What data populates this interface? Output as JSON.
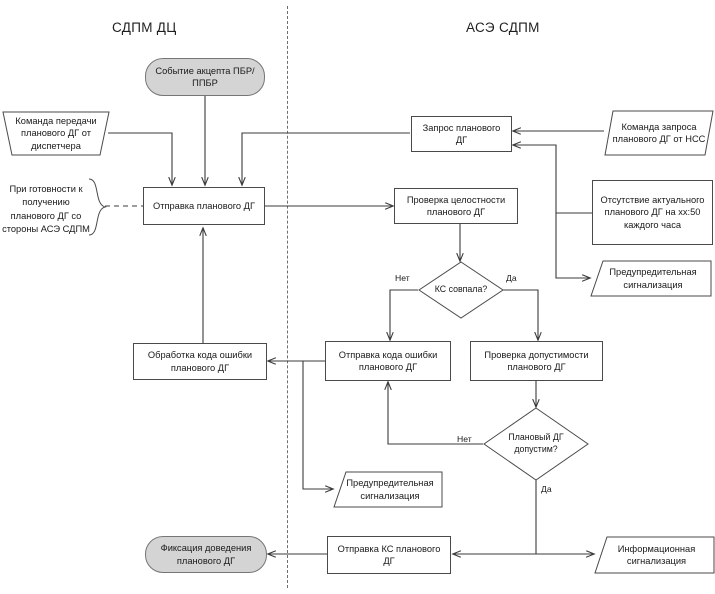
{
  "diagram": {
    "title_left": "СДПМ ДЦ",
    "title_right": "АСЭ СДПМ",
    "divider": "swimlane-divider",
    "colors": {
      "terminator_fill": "#d4d4d4",
      "stroke": "#4a4a4a",
      "background": "#ffffff",
      "divider": "#6e6e6e"
    }
  },
  "nodes": {
    "accept_event": "Событие акцепта ПБР/ППБР",
    "dispatcher_command": "Команда передачи планового ДГ от диспетчера",
    "readiness_note": "При готовности к получению планового ДГ со стороны АСЭ СДПМ",
    "send_plan": "Отправка планового ДГ",
    "request_plan": "Запрос планового ДГ",
    "nss_command": "Команда запроса планового ДГ от НСС",
    "integrity_check": "Проверка целостности планового ДГ",
    "absence_actual": "Отсутствие актуального планового ДГ на хх:50 каждого часа",
    "warning_signal_right": "Предупредительная сигнализация",
    "decision_crc": "КС совпала?",
    "handle_error": "Обработка кода ошибки планового ДГ",
    "send_error": "Отправка кода ошибки планового ДГ",
    "admissibility_check": "Проверка допустимости планового ДГ",
    "decision_admissible": "Плановый ДГ допустим?",
    "warning_signal_mid": "Предупредительная сигнализация",
    "fix_delivery": "Фиксация доведения планового ДГ",
    "send_crc": "Отправка КС планового ДГ",
    "info_signal": "Информационная сигнализация"
  },
  "edge_labels": {
    "crc_no": "Нет",
    "crc_yes": "Да",
    "adm_no": "Нет",
    "adm_yes": "Да"
  }
}
